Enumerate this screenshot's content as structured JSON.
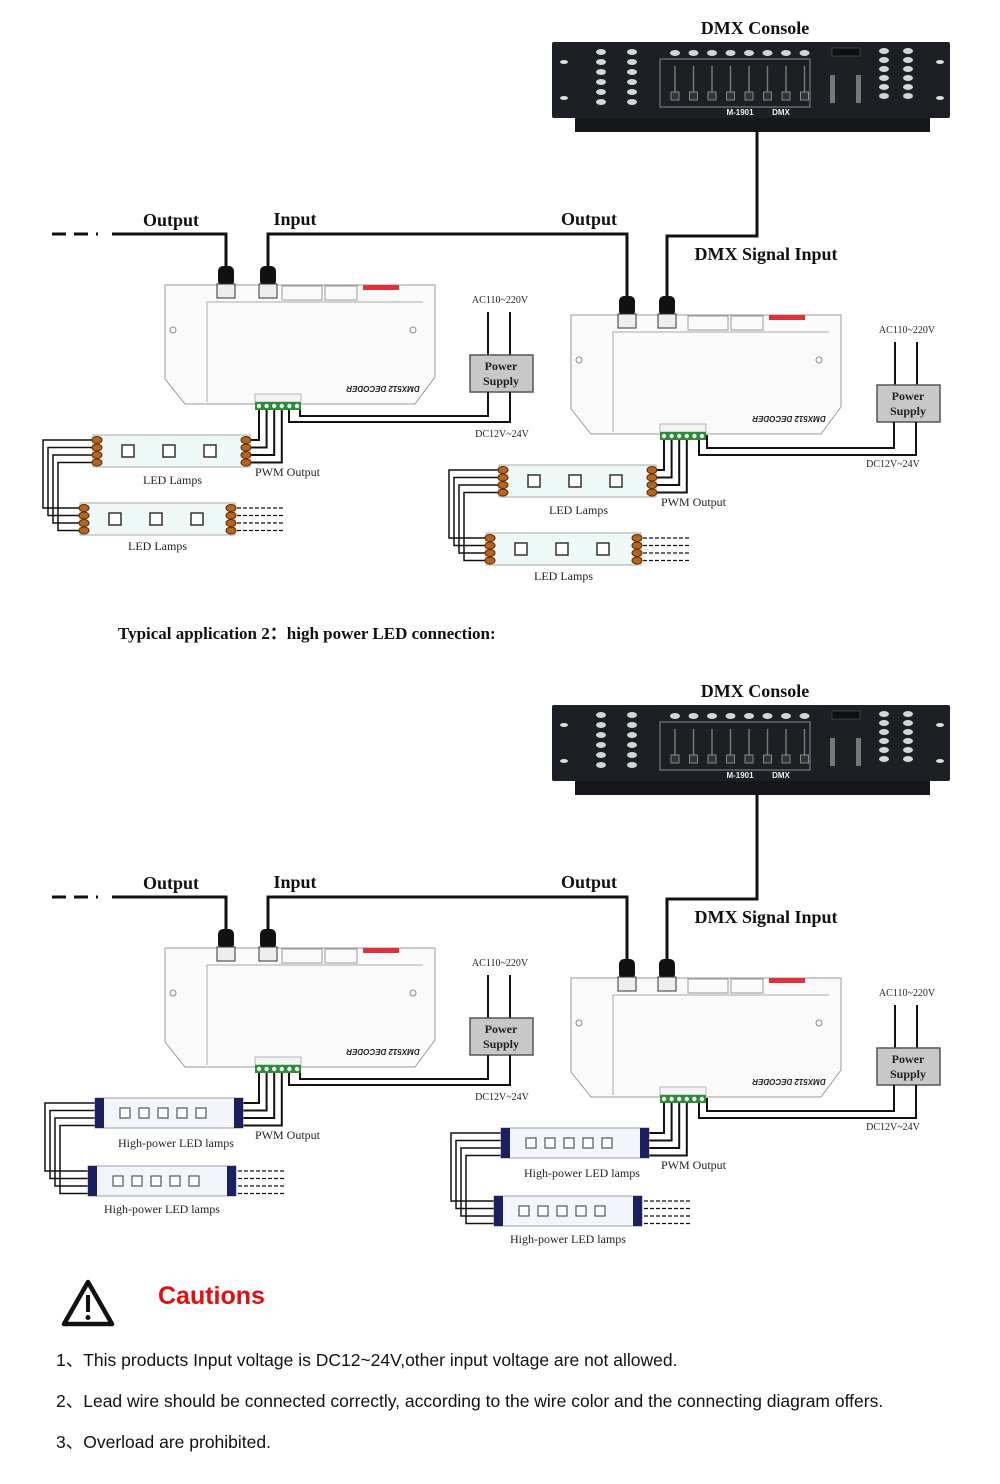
{
  "panels": [
    {
      "console_title": "DMX Console",
      "console_model": "M-1901",
      "console_dmx": "DMX",
      "output_left": "Output",
      "input": "Input",
      "output_right": "Output",
      "dmx_signal_input": "DMX Signal Input",
      "decoder_label": "DMX512 DECODER",
      "ac_label": "AC110~220V",
      "power_supply": [
        "Power",
        "Supply"
      ],
      "dc_label": "DC12V~24V",
      "pwm_output": "PWM Output",
      "lamp_label": "LED Lamps",
      "lamp_type": "strip"
    },
    {
      "console_title": "DMX Console",
      "console_model": "M-1901",
      "console_dmx": "DMX",
      "output_left": "Output",
      "input": "Input",
      "output_right": "Output",
      "dmx_signal_input": "DMX Signal Input",
      "decoder_label": "DMX512 DECODER",
      "ac_label": "AC110~220V",
      "power_supply": [
        "Power",
        "Supply"
      ],
      "dc_label": "DC12V~24V",
      "pwm_output": "PWM Output",
      "lamp_label": "High-power LED lamps",
      "lamp_type": "highpower"
    }
  ],
  "section_heading": "Typical application 2：high power LED connection:",
  "cautions": {
    "title": "Cautions",
    "items": [
      "1、This products Input voltage is DC12~24V,other input voltage are not allowed.",
      "2、Lead wire should be connected correctly, according to the wire color and the connecting diagram offers.",
      "3、Overload are prohibited."
    ]
  },
  "colors": {
    "caution_red": "#e01010",
    "console": "#1c1f24",
    "terminal_green": "#2e8b3a",
    "decoder_red": "#e0303a"
  }
}
